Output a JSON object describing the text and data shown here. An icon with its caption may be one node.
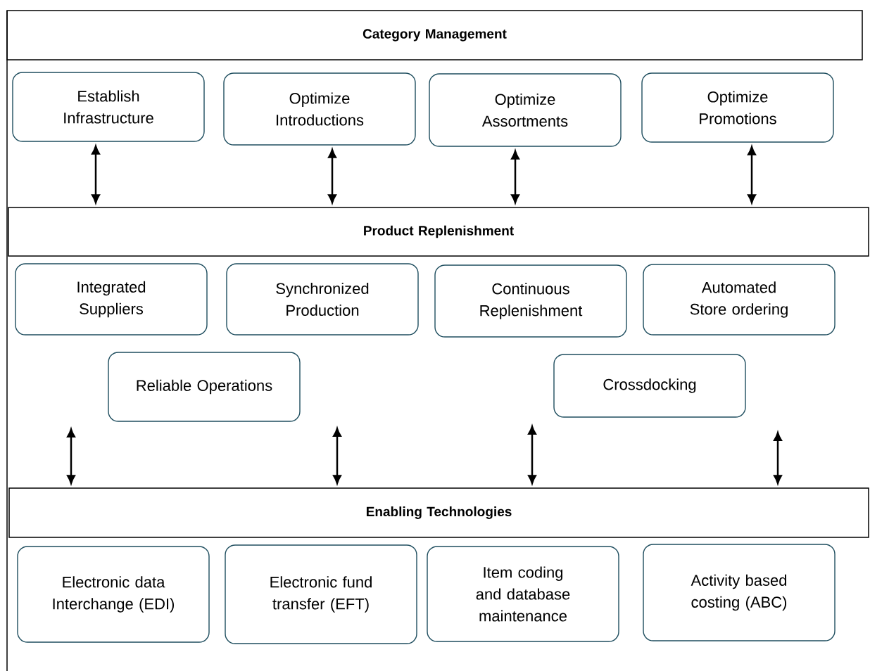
{
  "diagram": {
    "nodes": [
      {
        "text": [
          "Category Management"
        ]
      },
      {
        "text": [
          "Establish Infrastructure"
        ]
      },
      {
        "text": [
          "Optimize Introductions"
        ]
      },
      {
        "text": [
          "Optimize Assortments"
        ]
      },
      {
        "text": [
          "Optimize Promotions"
        ]
      },
      {
        "text": [
          "Product Replenishment"
        ]
      },
      {
        "text": [
          "Integrated Suppliers"
        ]
      },
      {
        "text": [
          "Synchronized Production"
        ]
      },
      {
        "text": [
          "Continuous Replenishment"
        ]
      },
      {
        "text": [
          "Automated Store ordering"
        ]
      },
      {
        "text": [
          "Reliable Operations"
        ]
      },
      {
        "text": [
          "Crossdocking"
        ]
      },
      {
        "text": [
          "Enabling Technologies"
        ]
      },
      {
        "text": [
          "Electronic data Interchange (EDI)"
        ]
      },
      {
        "text": [
          "Electronic fund transfer (EFT)"
        ]
      },
      {
        "text": [
          "Item coding and database maintenance"
        ]
      },
      {
        "text": [
          "Activity based costing (ABC)"
        ]
      }
    ],
    "edges": [
      {
        "from": 1,
        "to": 5,
        "arrow": "both"
      },
      {
        "from": 2,
        "to": 5,
        "arrow": "both"
      },
      {
        "from": 3,
        "to": 5,
        "arrow": "both"
      },
      {
        "from": 4,
        "to": 5,
        "arrow": "both"
      },
      {
        "from": null,
        "to": 12,
        "arrow": "both"
      },
      {
        "from": null,
        "to": 12,
        "arrow": "both"
      },
      {
        "from": null,
        "to": 12,
        "arrow": "both"
      },
      {
        "from": null,
        "to": 12,
        "arrow": "both"
      }
    ]
  }
}
